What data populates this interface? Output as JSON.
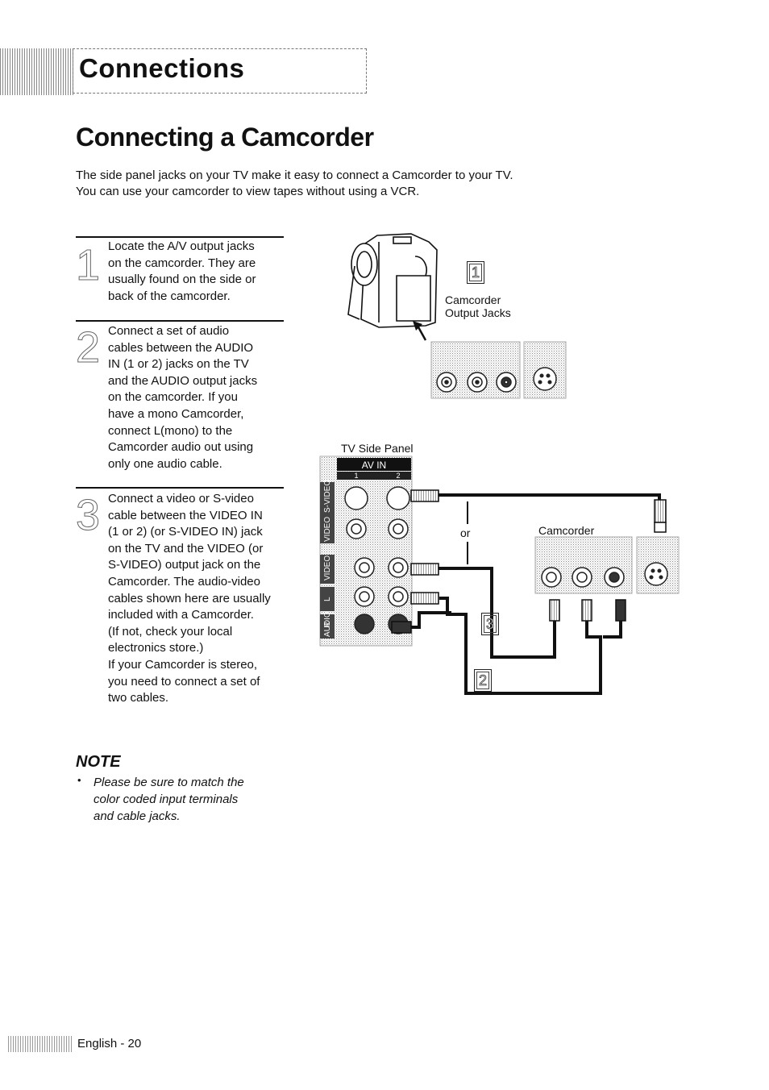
{
  "section": {
    "title": "Connections"
  },
  "page": {
    "title": "Connecting a Camcorder",
    "intro_line1": "The side panel jacks on your TV make it easy to connect a Camcorder to your TV.",
    "intro_line2": "You can use your camcorder to view tapes without using a VCR."
  },
  "steps": [
    {
      "number": "1",
      "text": "Locate the A/V output jacks\non the camcorder. They are\nusually found on the side or\nback of the camcorder."
    },
    {
      "number": "2",
      "text": "Connect a set of audio\ncables between the AUDIO\nIN (1 or 2) jacks on the TV\nand the AUDIO output jacks\non the camcorder. If you\nhave a mono Camcorder,\nconnect L(mono) to the\nCamcorder audio out using\nonly one audio cable."
    },
    {
      "number": "3",
      "text": "Connect a video or S-video\ncable  between the VIDEO IN\n(1 or 2) (or S-VIDEO IN) jack\non the TV and the VIDEO (or\nS-VIDEO) output jack on the\nCamcorder. The audio-video\ncables shown here are usually\nincluded with a Camcorder.\n(If not, check your local\nelectronics store.)\nIf your Camcorder is stereo,\nyou need to connect a set of\ntwo cables."
    }
  ],
  "note": {
    "heading": "NOTE",
    "bullet": "•",
    "text": "Please be sure to match the\ncolor coded input terminals\nand cable jacks."
  },
  "diagram": {
    "camcorder_output_label": "Camcorder\nOutput Jacks",
    "tv_side_panel_label": "TV Side Panel",
    "av_in_label": "AV IN",
    "av_in_col1": "1",
    "av_in_col2": "2",
    "svideo_label": "S-VIDEO",
    "video_label": "VIDEO",
    "audio_l_label": "L",
    "audio_label": "AUDIO",
    "audio_r_label": "R",
    "or_label": "or",
    "camcorder_label": "Camcorder",
    "callout_1": "1",
    "callout_2": "2",
    "callout_3": "3"
  },
  "footer": {
    "text": "English - 20"
  }
}
